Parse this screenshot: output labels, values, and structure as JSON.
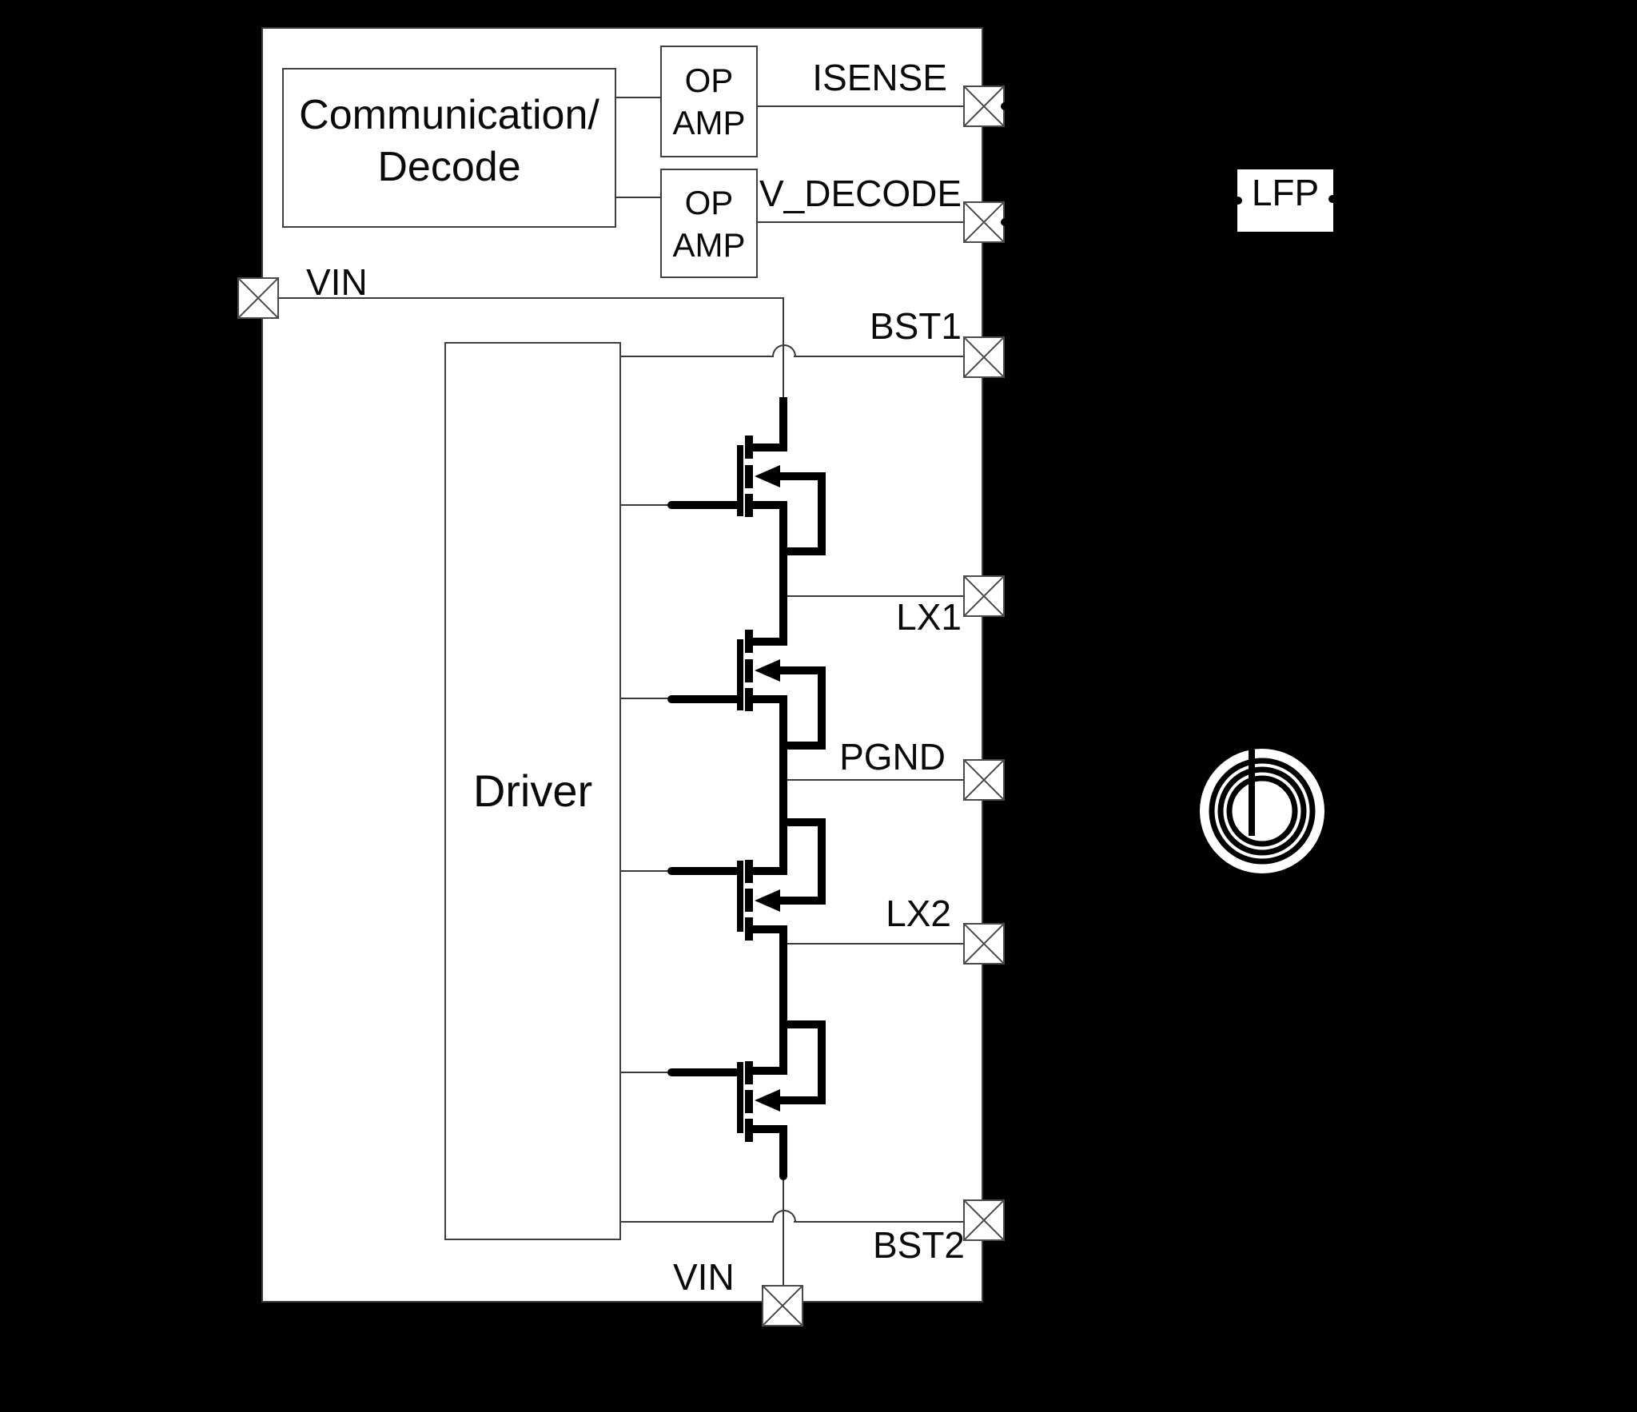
{
  "blocks": {
    "communication_decode": {
      "line1": "Communication/",
      "line2": "Decode"
    },
    "op_amp_top": {
      "line1": "OP",
      "line2": "AMP"
    },
    "op_amp_bottom": {
      "line1": "OP",
      "line2": "AMP"
    },
    "driver": {
      "label": "Driver"
    },
    "lfp": {
      "label": "LFP"
    }
  },
  "pins": {
    "isense": "ISENSE",
    "v_decode": "V_DECODE",
    "vin_left": "VIN",
    "bst1": "BST1",
    "lx1": "LX1",
    "pgnd": "PGND",
    "lx2": "LX2",
    "bst2": "BST2",
    "vin_bottom": "VIN"
  },
  "colors": {
    "background": "#000000",
    "chip_fill": "#ffffff",
    "thick_line": "#000000",
    "thin_line": "#3a3a3a"
  }
}
